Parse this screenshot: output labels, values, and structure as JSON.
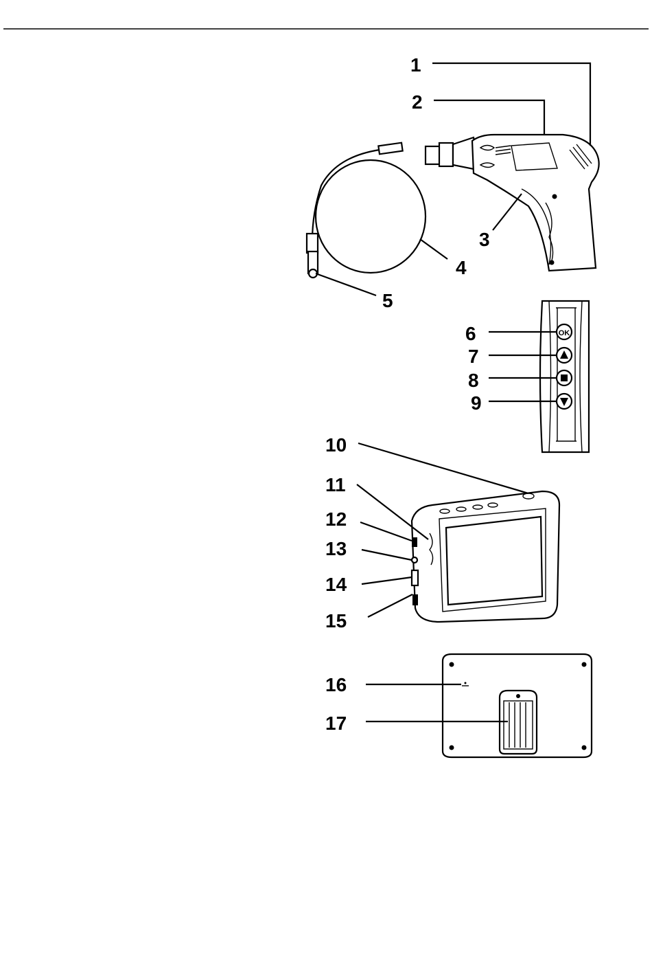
{
  "callouts": [
    {
      "id": "1",
      "label": "1"
    },
    {
      "id": "2",
      "label": "2"
    },
    {
      "id": "3",
      "label": "3"
    },
    {
      "id": "4",
      "label": "4"
    },
    {
      "id": "5",
      "label": "5"
    },
    {
      "id": "6",
      "label": "6"
    },
    {
      "id": "7",
      "label": "7"
    },
    {
      "id": "8",
      "label": "8"
    },
    {
      "id": "9",
      "label": "9"
    },
    {
      "id": "10",
      "label": "10"
    },
    {
      "id": "11",
      "label": "11"
    },
    {
      "id": "12",
      "label": "12"
    },
    {
      "id": "13",
      "label": "13"
    },
    {
      "id": "14",
      "label": "14"
    },
    {
      "id": "15",
      "label": "15"
    },
    {
      "id": "16",
      "label": "16"
    },
    {
      "id": "17",
      "label": "17"
    }
  ],
  "buttons": {
    "ok": "OK"
  },
  "colors": {
    "ink": "#000000",
    "paper": "#ffffff"
  }
}
